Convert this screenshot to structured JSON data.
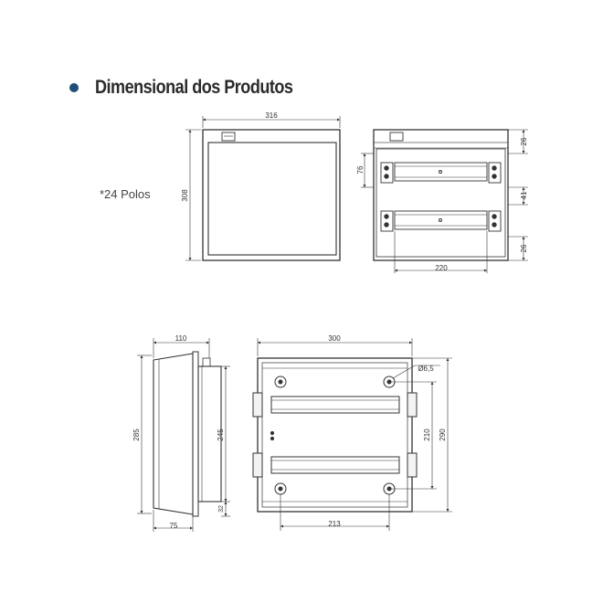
{
  "heading": {
    "text": "Dimensional dos Produtos",
    "bullet_color": "#1f4e79"
  },
  "note": "*24 Polos",
  "dims": {
    "front_width": "316",
    "front_height": "308",
    "inner_top": "26",
    "inner_rail_pitch": "76",
    "inner_gap": "41",
    "inner_bottom": "26",
    "inner_rail_width": "220",
    "side_depth": "110",
    "side_height": "285",
    "side_inner_height": "245",
    "side_bottom": "32",
    "side_base": "75",
    "back_width": "300",
    "back_hole": "Ø6,5",
    "back_hole_pitch": "210",
    "back_height": "290",
    "back_hole_width": "213"
  }
}
